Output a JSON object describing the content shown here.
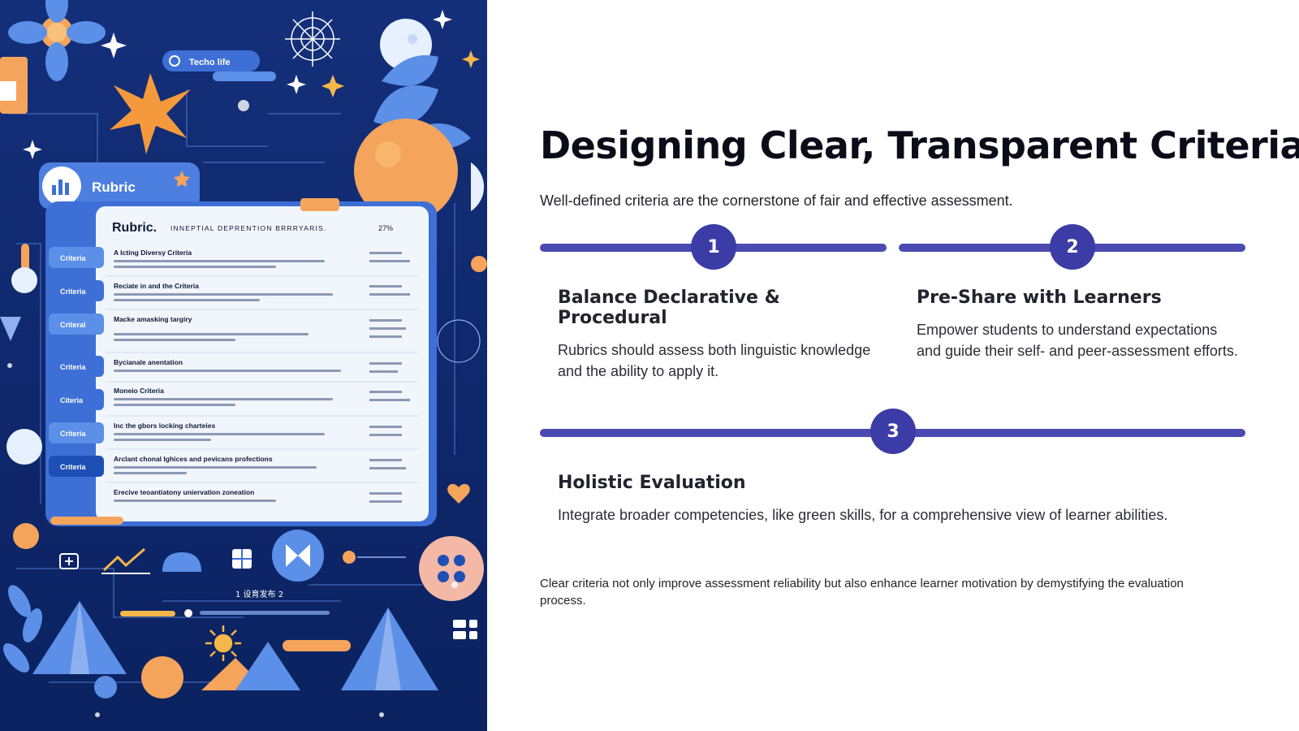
{
  "illustration": {
    "search_chip": "Techo life",
    "rubric_tab": "Rubric",
    "doc_heading": "Rubric.",
    "doc_subheading": "INNEPTIAL DEPRENTION BRRRYARIS.",
    "doc_percent": "27%",
    "side_tab_labels": [
      "Criteria",
      "Criteria",
      "Criteral",
      "Criteria",
      "Citeria",
      "Criteria",
      "Criteria"
    ],
    "doc_rows": [
      "A Icting Diversy Criteria",
      "Reciate in and the Criteria",
      "Macke amasking targiry",
      "Bycianale anentation",
      "Moneio Criteria",
      "Inc the gbors locking charteies",
      "Arclant chonal Ighices and pevicans profections",
      "Erecive teoantiatony uniervation zoneation"
    ],
    "bottom_label": "1 设育发布 2"
  },
  "slide": {
    "title": "Designing Clear, Transparent Criteria",
    "subtitle": "Well-defined criteria are the cornerstone of fair and effective assessment.",
    "steps": [
      {
        "number": "1",
        "heading": "Balance Declarative & Procedural",
        "body": "Rubrics should assess both linguistic knowledge and the ability to apply it."
      },
      {
        "number": "2",
        "heading": "Pre-Share with Learners",
        "body": "Empower students to understand expectations and guide their self- and peer-assessment efforts."
      },
      {
        "number": "3",
        "heading": "Holistic Evaluation",
        "body": "Integrate broader competencies, like green skills, for a comprehensive view of learner abilities."
      }
    ],
    "footnote": "Clear criteria not only improve assessment reliability but also enhance learner motivation by demystifying the evaluation process."
  },
  "colors": {
    "accent": "#3c3ca6",
    "rail": "#4a4ab2",
    "illustration_bg": "#0f2a6e",
    "illustration_orange": "#f5a45c",
    "illustration_blue": "#5b8fe8"
  }
}
